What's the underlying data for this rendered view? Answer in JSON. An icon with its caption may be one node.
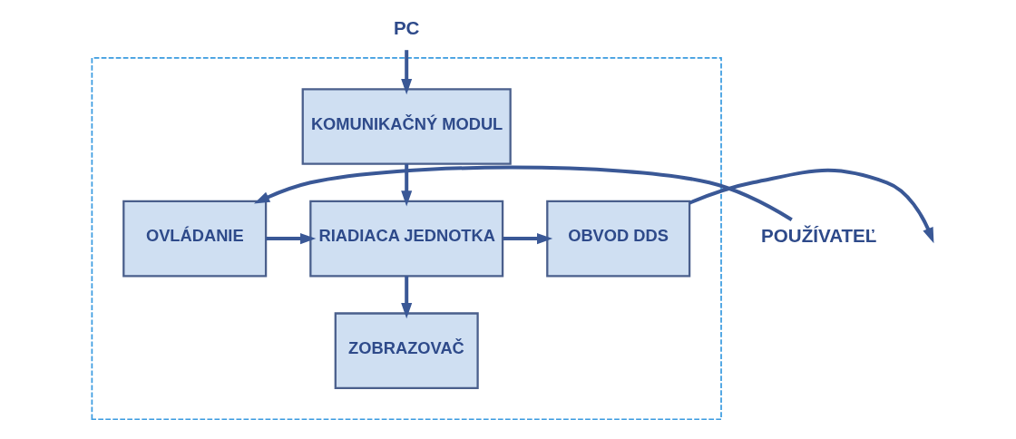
{
  "diagram": {
    "nodes": [
      {
        "text": [],
        "shape": "box"
      },
      {
        "text": [
          "PC"
        ]
      },
      {
        "text": [
          "KOMUNIKAČNÝ MODUL"
        ],
        "in": 0
      },
      {
        "text": [
          "POUŽÍVATEĽ"
        ]
      },
      {
        "text": [
          "OVLÁDANIE"
        ],
        "in": 0
      },
      {
        "text": [
          "RIADIACA JEDNOTKA"
        ],
        "in": 0
      },
      {
        "text": [
          "OBVOD DDS"
        ],
        "in": 0
      },
      {
        "text": [
          "ZOBRAZOVAČ"
        ],
        "in": 0
      }
    ],
    "edges": [
      {
        "from": 1,
        "to": 2,
        "arrow": "to"
      },
      {
        "from": 2,
        "to": 5,
        "arrow": "to"
      },
      {
        "from": 3,
        "to": 4,
        "arrow": "to"
      },
      {
        "from": 4,
        "to": 5,
        "arrow": "to"
      },
      {
        "from": 5,
        "to": 6,
        "arrow": "to"
      },
      {
        "from": 5,
        "to": 7,
        "arrow": "to"
      },
      {
        "from": 6,
        "to": null,
        "arrow": "to"
      }
    ]
  }
}
